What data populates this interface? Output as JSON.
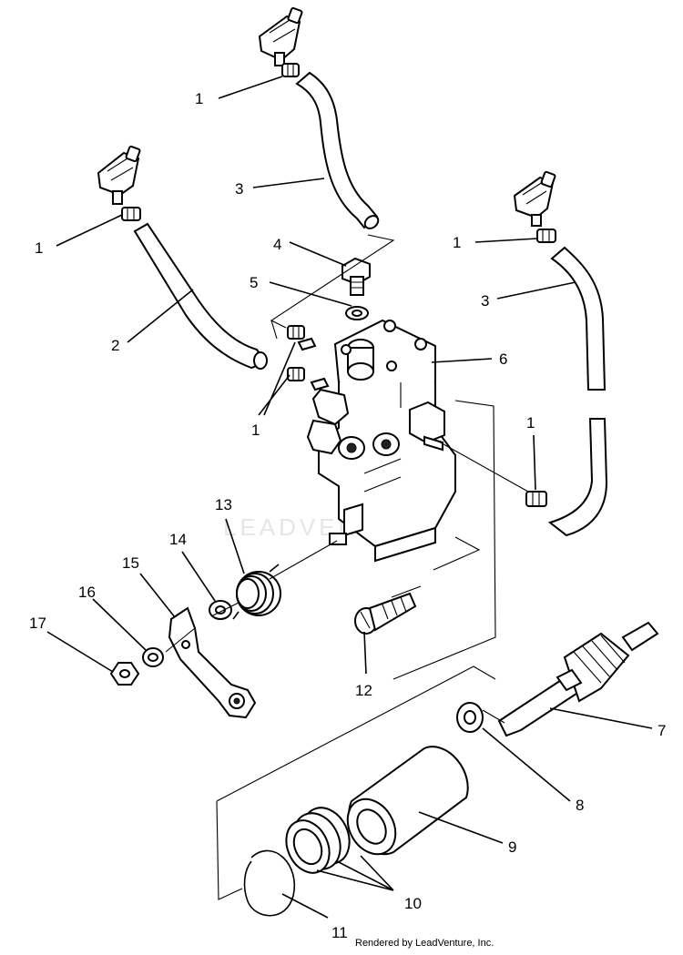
{
  "watermark": "LEADVENTURE",
  "credit": "Rendered by LeadVenture, Inc.",
  "callouts": {
    "c1a": "1",
    "c1b": "1",
    "c1c": "1",
    "c1d": "1",
    "c1e": "1",
    "c2": "2",
    "c3a": "3",
    "c3b": "3",
    "c4": "4",
    "c5": "5",
    "c6": "6",
    "c7": "7",
    "c8": "8",
    "c9": "9",
    "c10": "10",
    "c11": "11",
    "c12": "12",
    "c13": "13",
    "c14": "14",
    "c15": "15",
    "c16": "16",
    "c17": "17"
  }
}
